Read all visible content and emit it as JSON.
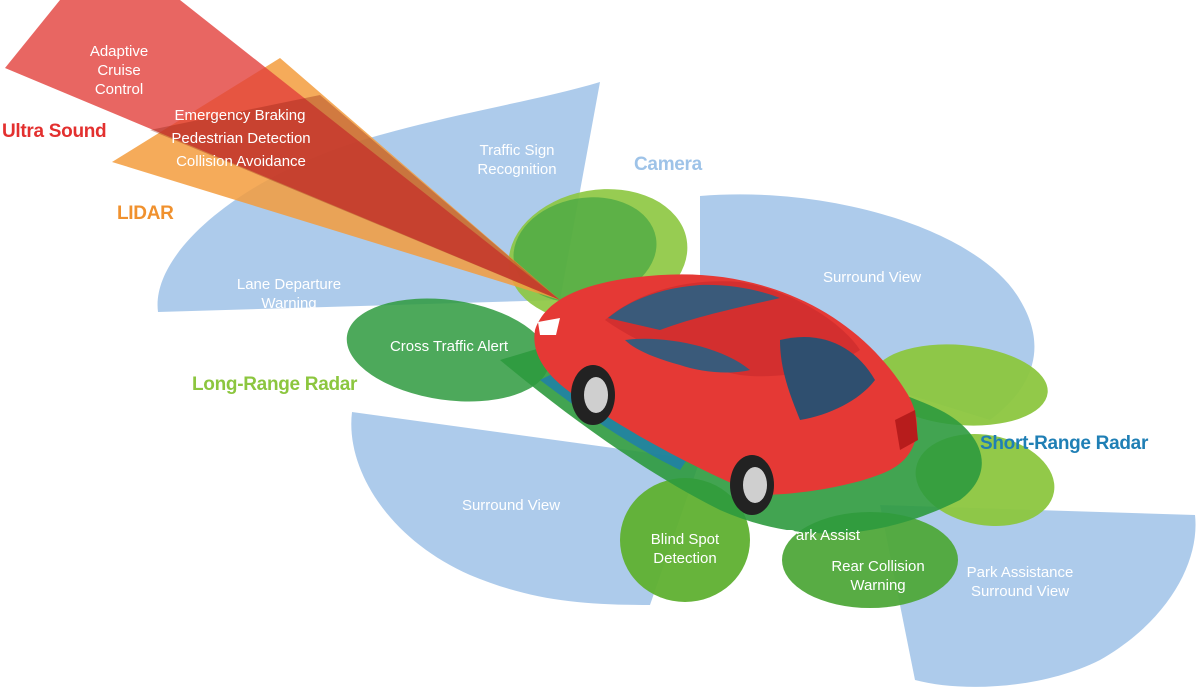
{
  "colors": {
    "camera": "#a9c8ea",
    "radar_green": "#8cc63f",
    "radar_dark": "#2e9a3e",
    "lidar": "#f39c3d",
    "ultrasound": "#e2403b",
    "car": "#e53935",
    "window": "#3a5a7a",
    "label_ultrasound": "#e3302f",
    "label_lidar": "#f0912e",
    "label_camera": "#9ec3e8",
    "label_longrange": "#8cc63f",
    "label_shortrange": "#1f7fb5"
  },
  "sensors": {
    "ultrasound": "Ultra Sound",
    "lidar": "LIDAR",
    "camera": "Camera",
    "long_range_radar": "Long-Range Radar",
    "short_range_radar": "Short-Range Radar"
  },
  "features": {
    "adaptive_cruise": [
      "Adaptive",
      "Cruise",
      "Control"
    ],
    "emergency_braking": "Emergency Braking",
    "pedestrian_detection": "Pedestrian Detection",
    "collision_avoidance": "Collision Avoidance",
    "traffic_sign": [
      "Traffic Sign",
      "Recognition"
    ],
    "lane_departure": [
      "Lane Departure",
      "Warning"
    ],
    "cross_traffic": "Cross Traffic Alert",
    "surround_view_right": "Surround View",
    "surround_view_left": "Surround View",
    "blind_spot": [
      "Blind Spot",
      "Detection"
    ],
    "park_assist": "Park Assist",
    "rear_collision": [
      "Rear Collision",
      "Warning"
    ],
    "park_assistance": [
      "Park Assistance",
      "Surround View"
    ]
  }
}
